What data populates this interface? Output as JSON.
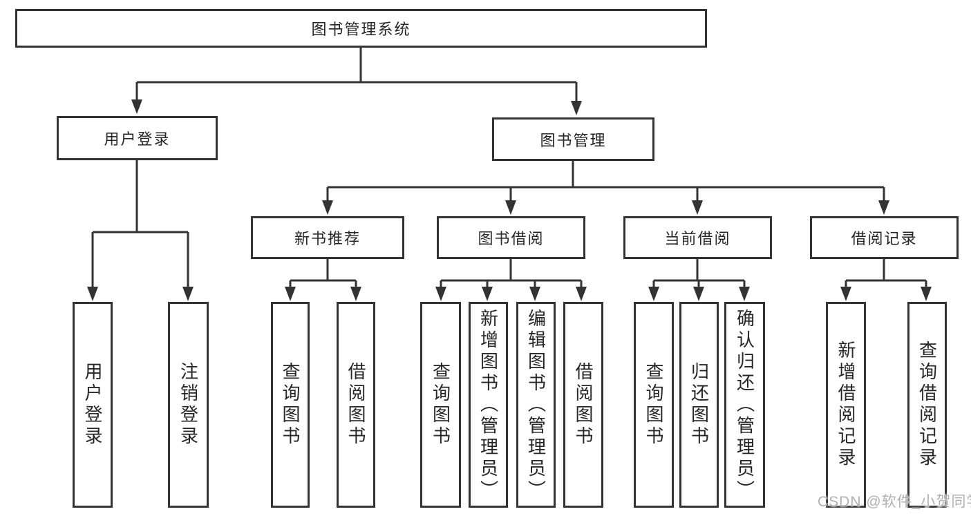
{
  "tree": {
    "root": {
      "label": "图书管理系统"
    },
    "level2": [
      {
        "label": "用户登录"
      },
      {
        "label": "图书管理"
      }
    ],
    "level3": [
      {
        "label": "新书推荐",
        "parent": "图书管理"
      },
      {
        "label": "图书借阅",
        "parent": "图书管理"
      },
      {
        "label": "当前借阅",
        "parent": "图书管理"
      },
      {
        "label": "借阅记录",
        "parent": "图书管理"
      }
    ],
    "leaves": [
      {
        "label": "用户登录",
        "parent": "用户登录"
      },
      {
        "label": "注销登录",
        "parent": "用户登录"
      },
      {
        "label": "查询图书",
        "parent": "新书推荐"
      },
      {
        "label": "借阅图书",
        "parent": "新书推荐"
      },
      {
        "label": "查询图书",
        "parent": "图书借阅"
      },
      {
        "label": "新增图书（管理员）",
        "parent": "图书借阅"
      },
      {
        "label": "编辑图书（管理员）",
        "parent": "图书借阅"
      },
      {
        "label": "借阅图书",
        "parent": "图书借阅"
      },
      {
        "label": "查询图书",
        "parent": "当前借阅"
      },
      {
        "label": "归还图书",
        "parent": "当前借阅"
      },
      {
        "label": "确认归还（管理员）",
        "parent": "当前借阅"
      },
      {
        "label": "新增借阅记录",
        "parent": "借阅记录"
      },
      {
        "label": "查询借阅记录",
        "parent": "借阅记录"
      }
    ]
  },
  "watermark": {
    "text": "CSDN @软件_小贺同学"
  },
  "colors": {
    "line": "#333333",
    "box_border": "#333333",
    "box_fill": "#ffffff",
    "text": "#262626",
    "watermark": "#b0b0b0",
    "background": "#ffffff"
  }
}
